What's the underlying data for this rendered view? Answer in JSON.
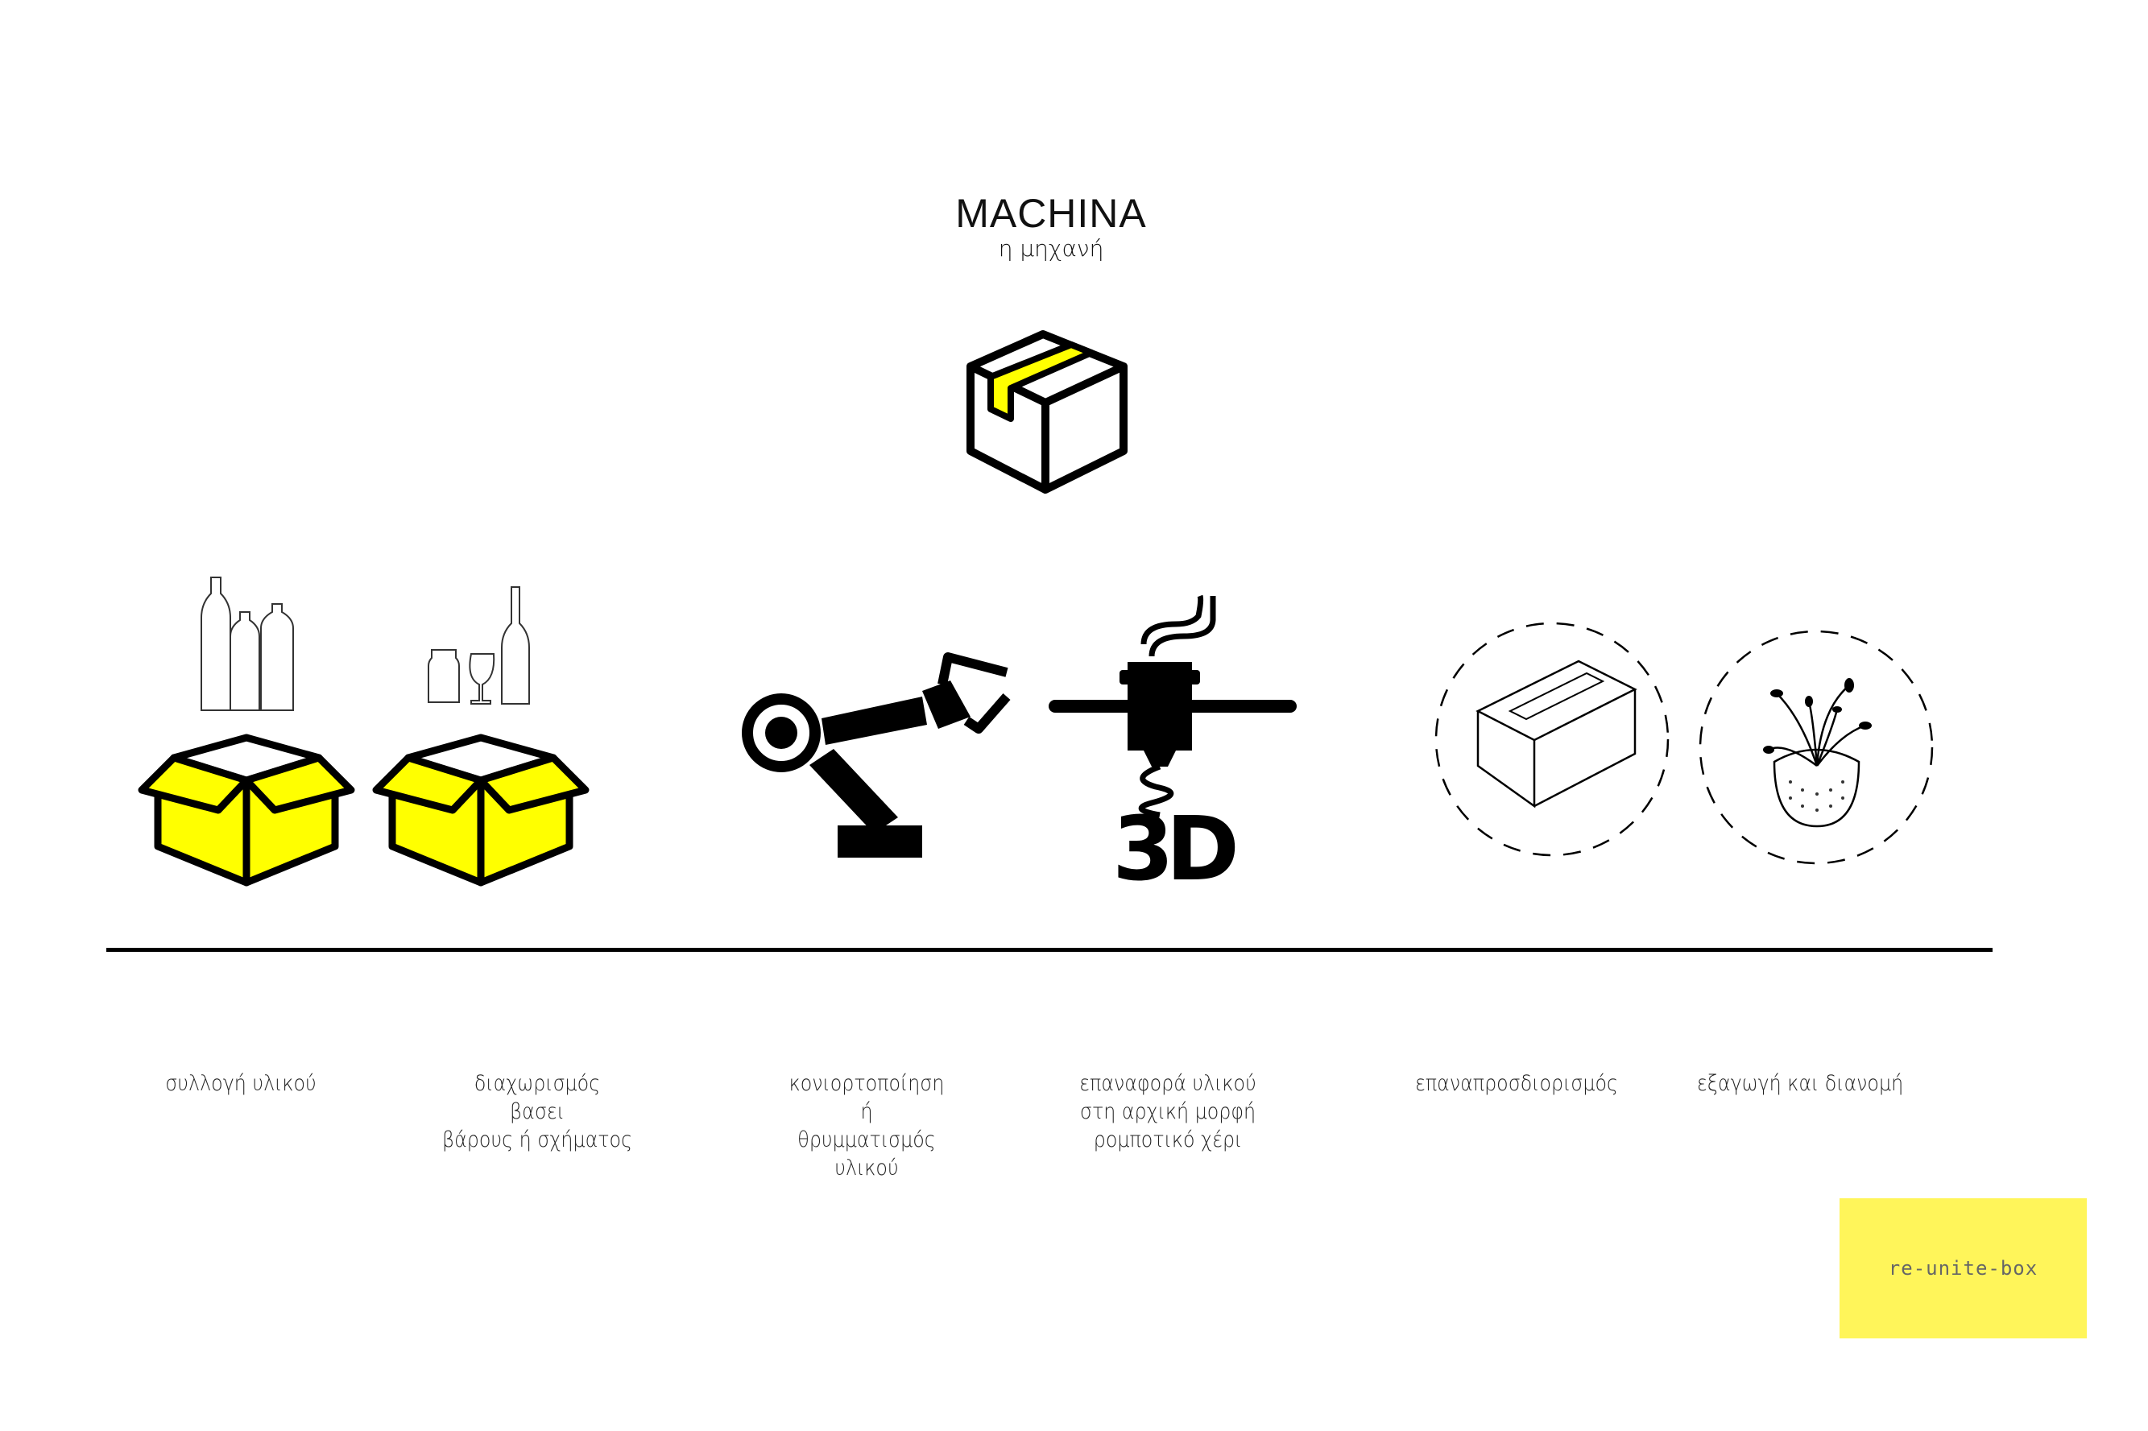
{
  "header": {
    "title": "MACHINA",
    "subtitle": "η μηχανή"
  },
  "colors": {
    "accent_yellow": "#ffff00",
    "badge_yellow": "#fff55a",
    "line": "#000000"
  },
  "steps": [
    {
      "icon": "bottles-in-box-icon",
      "lines": [
        "συλλογή υλικού"
      ]
    },
    {
      "icon": "glass-in-box-icon",
      "lines": [
        "διαχωρισμός",
        "βασει",
        "βάρους ή σχήματος"
      ]
    },
    {
      "icon": "robot-arm-icon",
      "lines": [
        "κονιορτοποίηση",
        "ή",
        "θρυμματισμός",
        "υλικού"
      ]
    },
    {
      "icon": "3d-printer-icon",
      "lines": [
        "επαναφορά υλικού",
        "στη αρχική μορφή",
        "ρομποτικό χέρι"
      ]
    },
    {
      "icon": "brick-icon",
      "lines": [
        "επαναπροσδιορισμός"
      ]
    },
    {
      "icon": "planter-icon",
      "lines": [
        "εξαγωγή και διανομή"
      ]
    }
  ],
  "printer_text": "3D",
  "badge": {
    "label": "re-unite-box"
  }
}
